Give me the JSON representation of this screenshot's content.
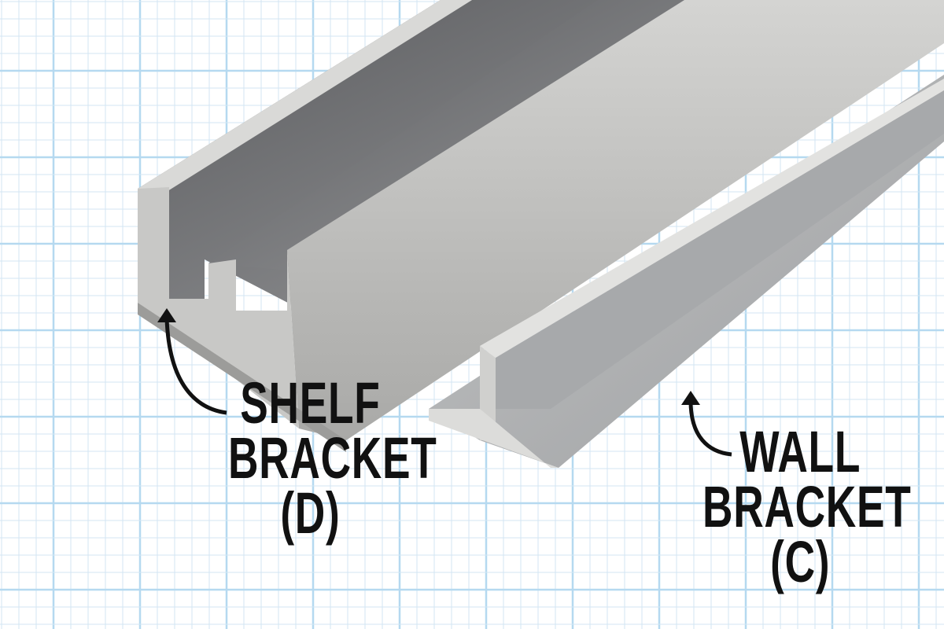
{
  "colors": {
    "grid_minor": "#d3e6f3",
    "grid_major": "#b5d9f0",
    "metal_light": "#d8d8d6",
    "metal_mid": "#b3b3b1",
    "metal_dark": "#6f7072",
    "label": "#111111"
  },
  "labels": {
    "shelf_bracket": {
      "lines": [
        "SHELF",
        "BRACKET",
        "(D)"
      ]
    },
    "wall_bracket": {
      "lines": [
        "WALL",
        "BRACKET",
        "(C)"
      ]
    }
  }
}
